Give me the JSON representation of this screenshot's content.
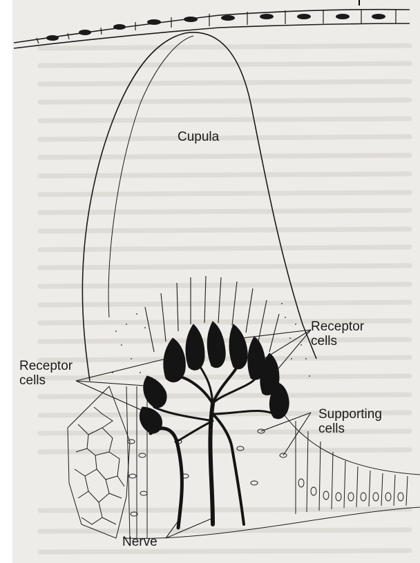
{
  "figure": {
    "labels": {
      "cupula": "Cupula",
      "receptor_right_line1": "Receptor",
      "receptor_right_line2": "cells",
      "receptor_left_line1": "Receptor",
      "receptor_left_line2": "cells",
      "supporting_line1": "Supporting",
      "supporting_line2": "cells",
      "nerve": "Nerve"
    }
  },
  "colors": {
    "paper": "#eeece8",
    "ink": "#1a1a1a",
    "receptor_fill": "#141414",
    "faint_text": "#d6d3cd"
  }
}
